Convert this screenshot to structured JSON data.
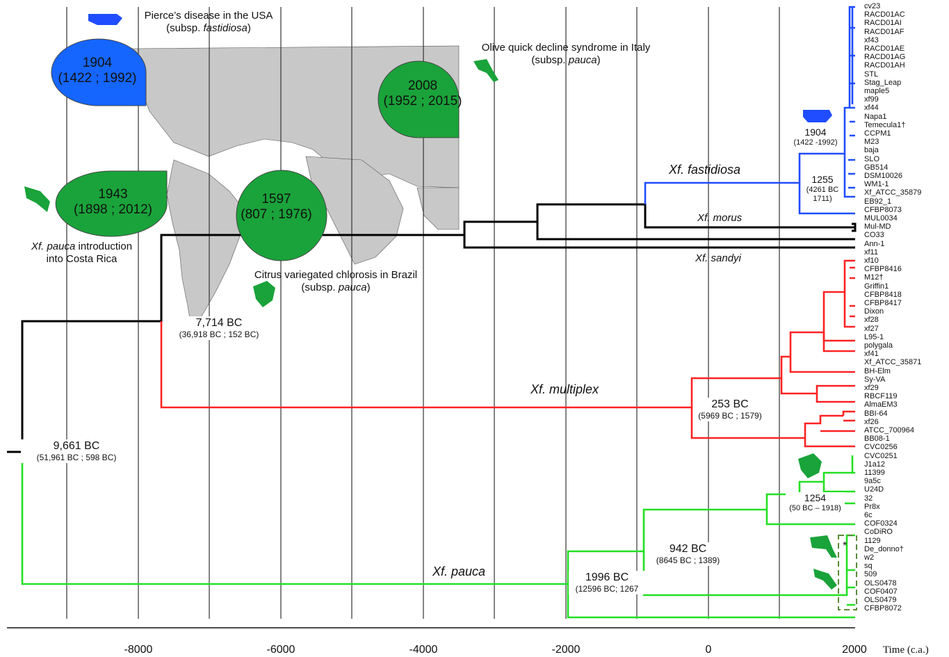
{
  "axis": {
    "ticks": [
      "-8000",
      "-6000",
      "-4000",
      "-2000",
      "0",
      "2000"
    ],
    "title": "Time (c.a.)"
  },
  "map_annotations": {
    "usa": {
      "title": "Pierce’s disease in the USA",
      "subsp_prefix": "(subsp. ",
      "subsp": "fastidiosa",
      "subsp_suffix": ")",
      "year": "1904",
      "range": "(1422 ; 1992)",
      "color": "#1565ff"
    },
    "italy": {
      "title": "Olive quick decline syndrome in Italy",
      "subsp_prefix": "(subsp. ",
      "subsp": "pauca",
      "subsp_suffix": ")",
      "year": "2008",
      "range": "(1952 ; 2015)",
      "color": "#1aa33a"
    },
    "costa_rica": {
      "title_italic": "Xf. pauca",
      "title_rest": " introduction",
      "title_line2": "into Costa Rica",
      "year": "1943",
      "range": "(1898 ; 2012)",
      "color": "#1aa33a"
    },
    "brazil": {
      "title": "Citrus variegated chlorosis in Brazil",
      "subsp_prefix": "(subsp. ",
      "subsp": "pauca",
      "subsp_suffix": ")",
      "year": "1597",
      "range": "(807 ; 1976)",
      "color": "#1aa33a"
    }
  },
  "clades": {
    "fastidiosa": "Xf. fastidiosa",
    "morus": "Xf. morus",
    "sandyi": "Xf. sandyi",
    "multiplex": "Xf. multiplex",
    "pauca": "Xf. pauca"
  },
  "node_labels": {
    "root": {
      "date": "9,661 BC",
      "range": "(51,961 BC ; 598 BC)"
    },
    "split": {
      "date": "7,714 BC",
      "range": "(36,918 BC ; 152 BC)"
    },
    "multiplex": {
      "date": "253 BC",
      "range": "(5969 BC ; 1579)"
    },
    "pauca_a": {
      "date": "1996 BC",
      "range": "(12596 BC; 1267"
    },
    "pauca_b": {
      "date": "942 BC",
      "range": "(8645 BC ; 1389)"
    },
    "pauca_c": {
      "date": "1254",
      "range": "(50 BC – 1918)"
    },
    "fast_a": {
      "date": "1255",
      "range_l1": "(4261 BC",
      "range_l2": "1711)"
    },
    "fast_b": {
      "date": "1904",
      "range": "(1422 -1992)"
    }
  },
  "tips": [
    "cv23",
    "RACD01AC",
    "RACD01AI",
    "RACD01AF",
    "xf43",
    "RACD01AE",
    "RACD01AG",
    "RACD01AH",
    "STL",
    "Stag_Leap",
    "maple5",
    "xf99",
    "xf44",
    "Napa1",
    "Temecula1†",
    "CCPM1",
    "M23",
    "baja",
    "SLO",
    "GB514",
    "DSM10026",
    "WM1-1",
    "Xf_ATCC_35879",
    "EB92_1",
    "CFBP8073",
    "MUL0034",
    "Mul-MD",
    "CO33",
    "Ann-1",
    "xf11",
    "xf10",
    "CFBP8416",
    "M12†",
    "Griffin1",
    "CFBP8418",
    "CFBP8417",
    "Dixon",
    "xf28",
    "xf27",
    "L95-1",
    "polygala",
    "xf41",
    "Xf_ATCC_35871",
    "BH-Elm",
    "Sy-VA",
    "xf29",
    "RBCF119",
    "AlmaEM3",
    "BBI-64",
    "xf26",
    "ATCC_700964",
    "BB08-1",
    "CVC0256",
    "CVC0251",
    "J1a12",
    "11399",
    "9a5c",
    "U24D",
    "32",
    "Pr8x",
    "6c",
    "COF0324",
    "CoDiRO",
    "1129",
    "De_donno†",
    "w2",
    "sq",
    "509",
    "OLS0478",
    "COF0407",
    "OLS0479",
    "CFBP8072"
  ],
  "asterisk": "*",
  "colors": {
    "fastidiosa": "#1f4dff",
    "multiplex": "#ff2222",
    "pauca": "#22e022",
    "backbone": "#000000",
    "map": "#c8c8c8"
  }
}
